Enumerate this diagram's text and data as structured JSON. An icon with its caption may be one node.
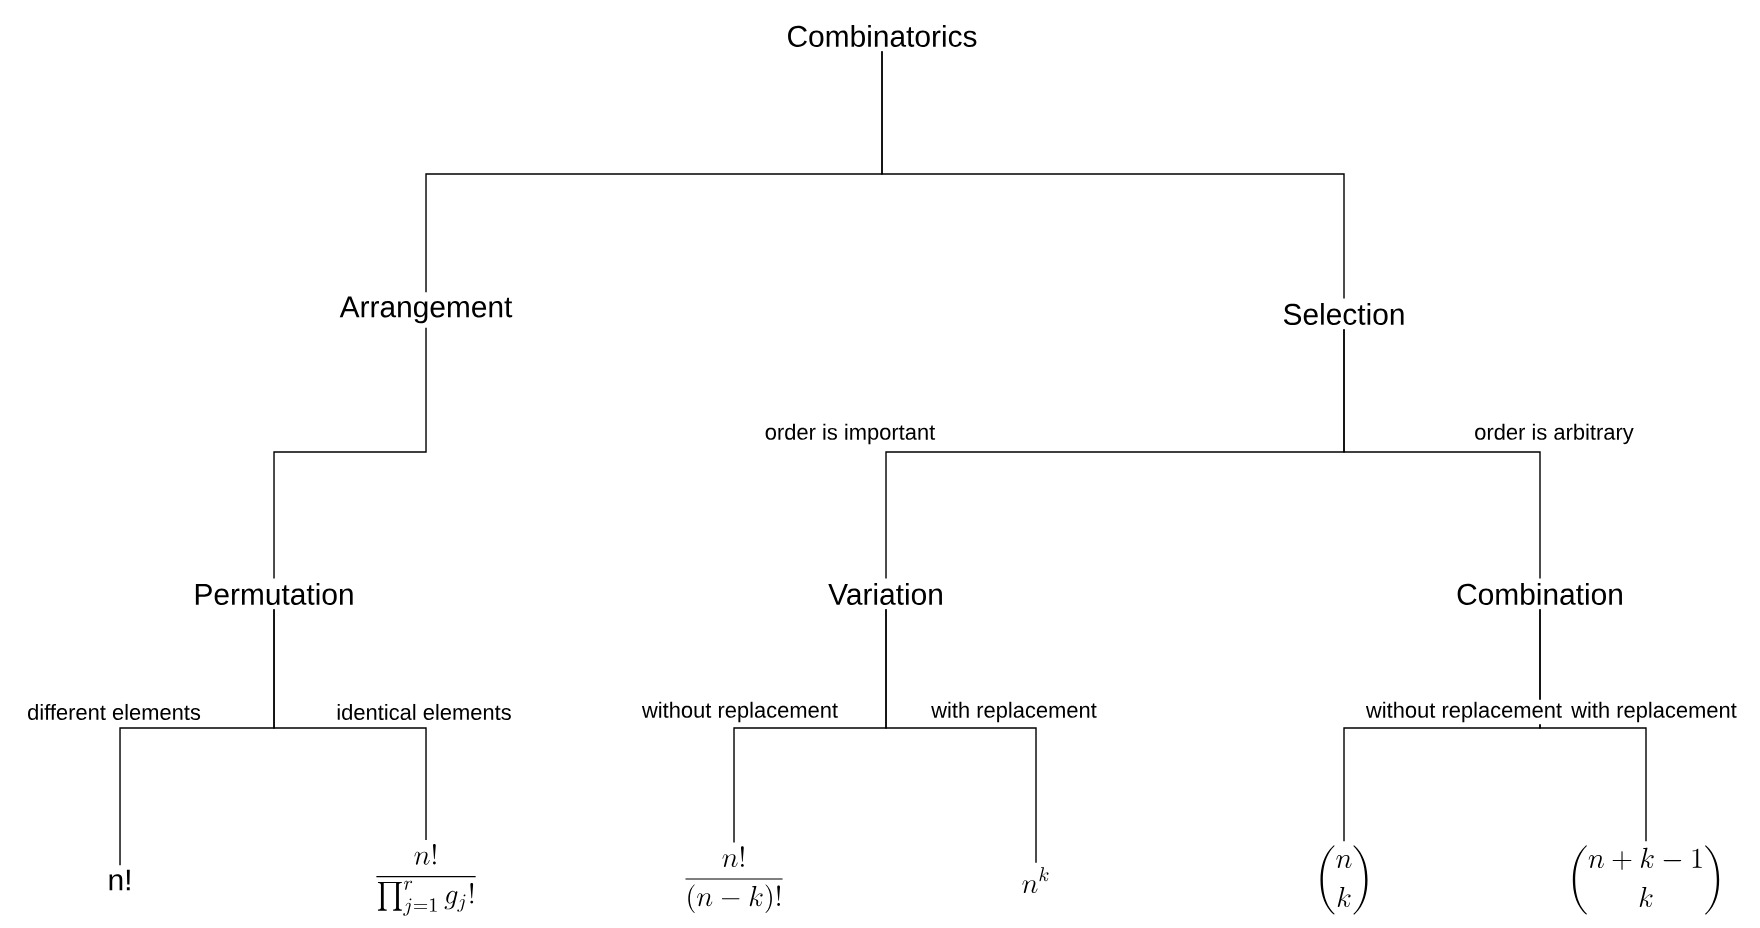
{
  "diagram": {
    "nodes": [
      {
        "text": [
          "Combinatorics"
        ]
      },
      {
        "text": [
          "Arrangement"
        ]
      },
      {
        "text": [
          "Selection"
        ]
      },
      {
        "text": [
          "Permutation"
        ]
      },
      {
        "text": [
          "Variation"
        ]
      },
      {
        "text": [
          "Combination"
        ]
      },
      {
        "text": [
          "n!"
        ]
      },
      {
        "text": [
          "\\frac{n!}{\\prod_{j=1}^{r} g_j!}"
        ]
      },
      {
        "text": [
          "\\frac{n!}{(n-k)!}"
        ]
      },
      {
        "text": [
          "n^k"
        ]
      },
      {
        "text": [
          "\\binom{n}{k}"
        ]
      },
      {
        "text": [
          "\\binom{n+k-1}{k}"
        ]
      }
    ],
    "edges": [
      {
        "from": 0,
        "to": 1,
        "arrow": "none"
      },
      {
        "from": 0,
        "to": 2,
        "arrow": "none"
      },
      {
        "from": 1,
        "to": 3,
        "arrow": "none"
      },
      {
        "from": 2,
        "to": 4,
        "arrow": "none",
        "label": "order is important"
      },
      {
        "from": 2,
        "to": 5,
        "arrow": "none",
        "label": "order is arbitrary"
      },
      {
        "from": 3,
        "to": 6,
        "arrow": "none",
        "label": "different elements"
      },
      {
        "from": 3,
        "to": 7,
        "arrow": "none",
        "label": "identical elements"
      },
      {
        "from": 4,
        "to": 8,
        "arrow": "none",
        "label": "without replacement"
      },
      {
        "from": 4,
        "to": 9,
        "arrow": "none",
        "label": "with replacement"
      },
      {
        "from": 5,
        "to": 10,
        "arrow": "none",
        "label": "without replacement"
      },
      {
        "from": 5,
        "to": 11,
        "arrow": "none",
        "label": "with replacement"
      }
    ]
  }
}
